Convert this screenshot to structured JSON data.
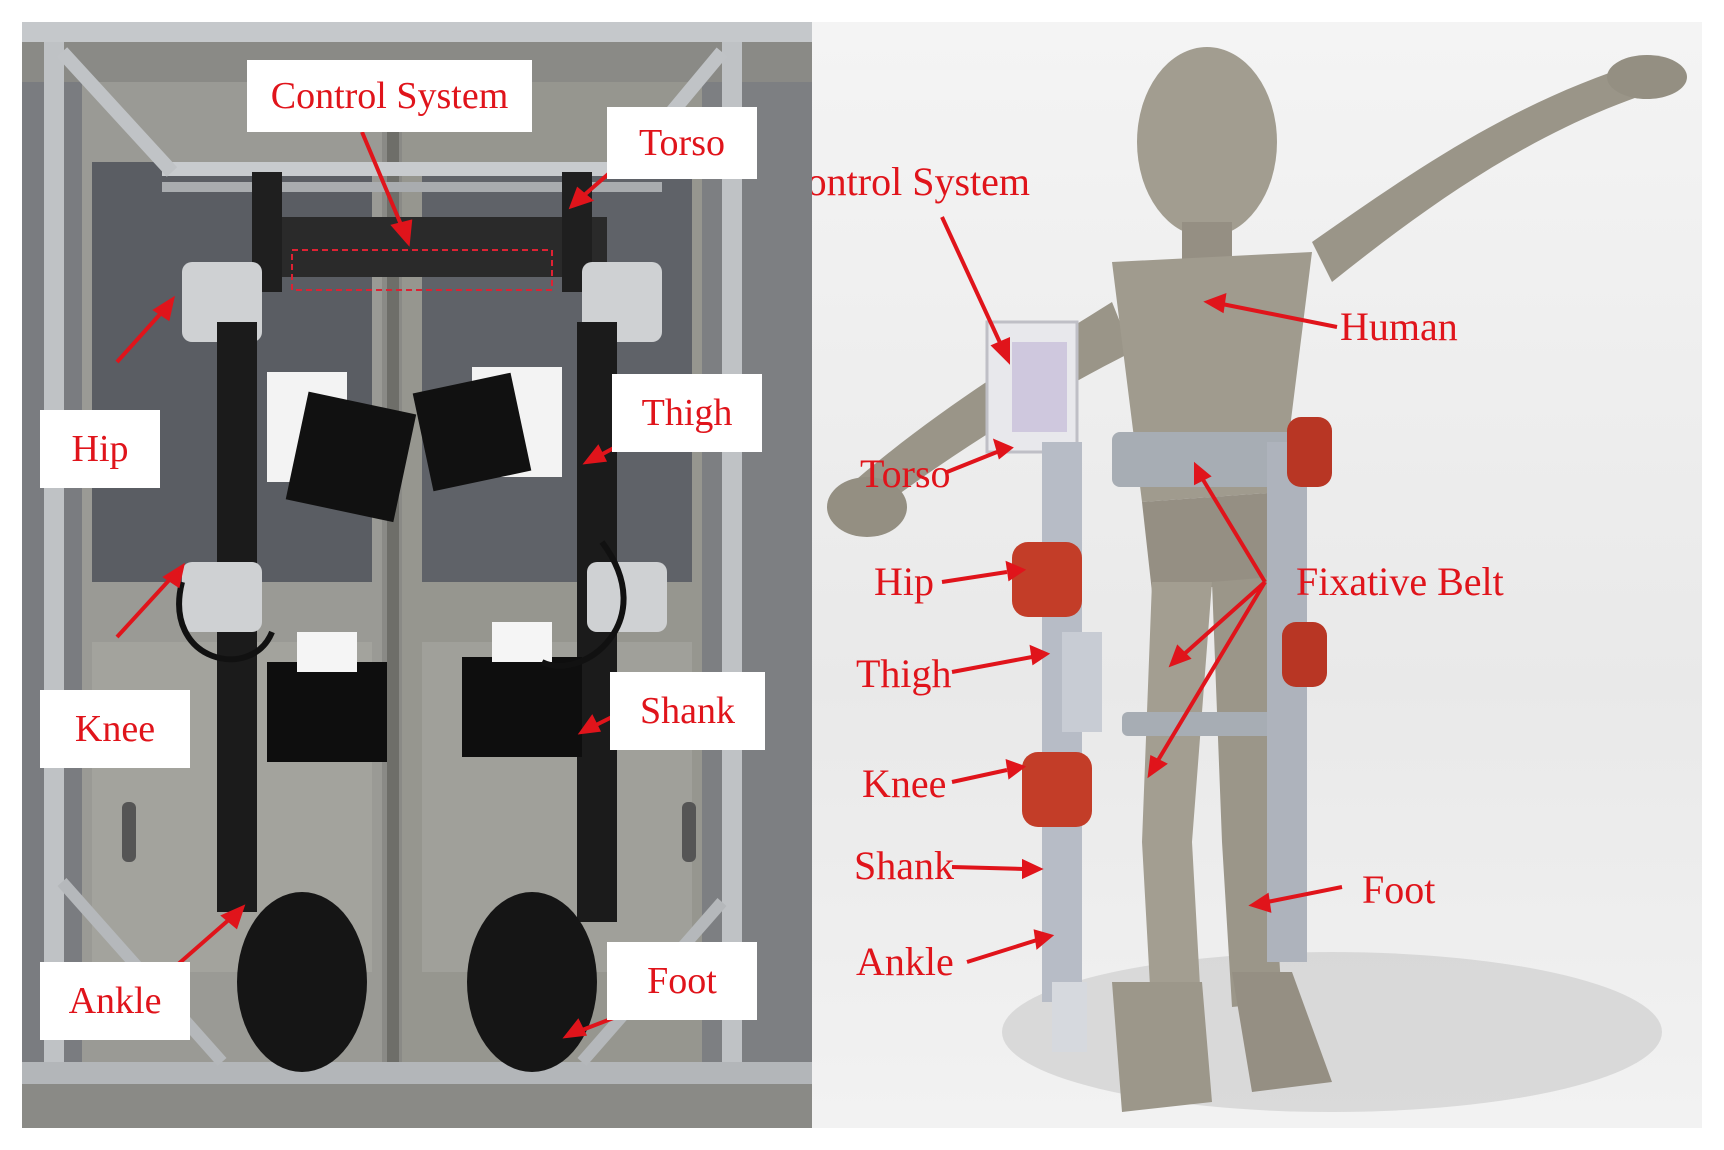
{
  "colors": {
    "label_red": "#e0141b",
    "frame_silver": "#b9bcbf",
    "mannequin": "#9c978a",
    "motor": "#c33d28"
  },
  "left_labels": {
    "control_system": "Control System",
    "torso": "Torso",
    "hip": "Hip",
    "thigh": "Thigh",
    "knee": "Knee",
    "shank": "Shank",
    "ankle": "Ankle",
    "foot": "Foot"
  },
  "right_labels": {
    "control_system": "Control System",
    "human": "Human",
    "torso": "Torso",
    "hip": "Hip",
    "fixative_belt": "Fixative Belt",
    "thigh": "Thigh",
    "knee": "Knee",
    "shank": "Shank",
    "ankle": "Ankle",
    "foot": "Foot"
  }
}
